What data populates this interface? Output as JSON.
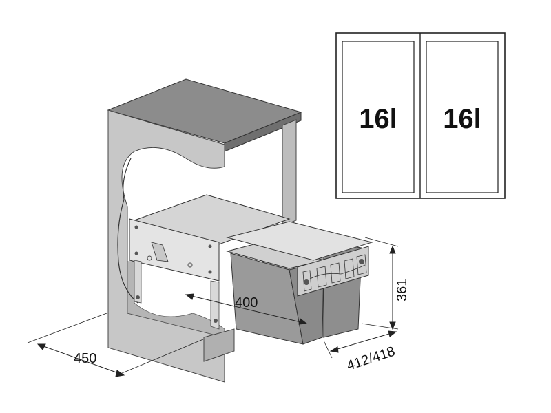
{
  "compartments": [
    {
      "capacity": "16l"
    },
    {
      "capacity": "16l"
    }
  ],
  "dimensions": {
    "depth": "450",
    "inner_width": "400",
    "height": "361",
    "width_range": "412/418"
  }
}
